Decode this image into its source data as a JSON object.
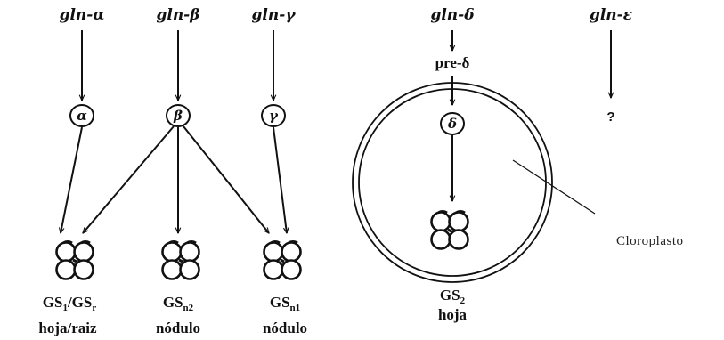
{
  "genes": [
    "gln-α",
    "gln-β",
    "gln-γ",
    "gln-δ",
    "gln-ε"
  ],
  "precursor": "pre-δ",
  "proteins": [
    "α",
    "β",
    "γ",
    "δ"
  ],
  "unknown": "?",
  "organelle": "Cloroplasto",
  "isoenzymes": {
    "gs1": {
      "a": "GS",
      "a_sub": "1",
      "sep": "/",
      "b": "GS",
      "b_sub": "r",
      "location": "hoja/raiz"
    },
    "gsn2": {
      "name": "GS",
      "sub": "n2",
      "location": "nódulo"
    },
    "gsn1": {
      "name": "GS",
      "sub": "n1",
      "location": "nódulo"
    },
    "gs2": {
      "name": "GS",
      "sub": "2",
      "location": "hoja"
    }
  }
}
